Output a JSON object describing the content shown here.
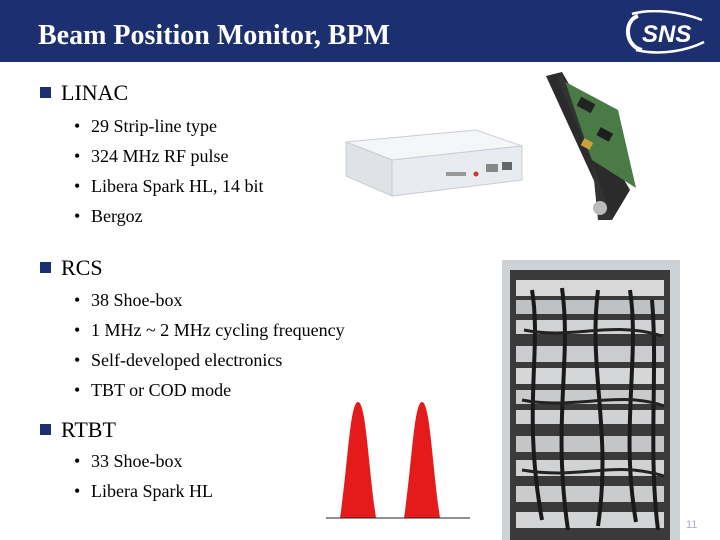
{
  "slide": {
    "title": "Beam Position Monitor, BPM",
    "logo_text": "SNS",
    "page_number": "11"
  },
  "sections": [
    {
      "heading": "LINAC",
      "items": [
        "29 Strip-line type",
        "324 MHz RF pulse",
        "Libera Spark HL, 14 bit",
        "Bergoz"
      ]
    },
    {
      "heading": "RCS",
      "items": [
        "38 Shoe-box",
        "1 MHz ~ 2 MHz cycling frequency",
        "Self-developed electronics",
        "TBT or COD mode"
      ]
    },
    {
      "heading": "RTBT",
      "items": [
        "33 Shoe-box",
        "Libera Spark HL"
      ]
    }
  ],
  "colors": {
    "title_bar": "#1c2f6e",
    "pulse_fill": "#e51b1b",
    "bullet": "#1c2f6e"
  },
  "icons": [
    "square-bullet-icon",
    "round-bullet-icon",
    "sns-logo-icon"
  ]
}
